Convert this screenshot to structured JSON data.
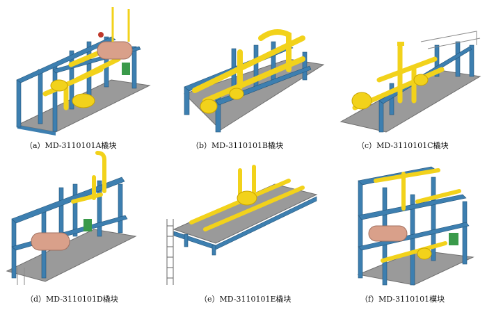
{
  "figure": {
    "panels": [
      {
        "id": "a",
        "caption": "（a）MD-3110101A橇块"
      },
      {
        "id": "b",
        "caption": "（b）MD-3110101B橇块"
      },
      {
        "id": "c",
        "caption": "（c）MD-3110101C橇块"
      },
      {
        "id": "d",
        "caption": "（d）MD-3110101D橇块"
      },
      {
        "id": "e",
        "caption": "（e）MD-3110101E橇块"
      },
      {
        "id": "f",
        "caption": "（f）MD-3110101模块"
      }
    ],
    "colors": {
      "structure_blue": "#3d7fb0",
      "structure_dark": "#24557a",
      "pipe_yellow": "#f2d21b",
      "pipe_shade": "#c9a400",
      "deck_gray": "#9a9a9a",
      "deck_dark": "#6e6e6e",
      "vessel_salmon": "#d9a08a",
      "valve_green": "#3a9a4a",
      "rail_gray": "#8a8a8a"
    }
  }
}
